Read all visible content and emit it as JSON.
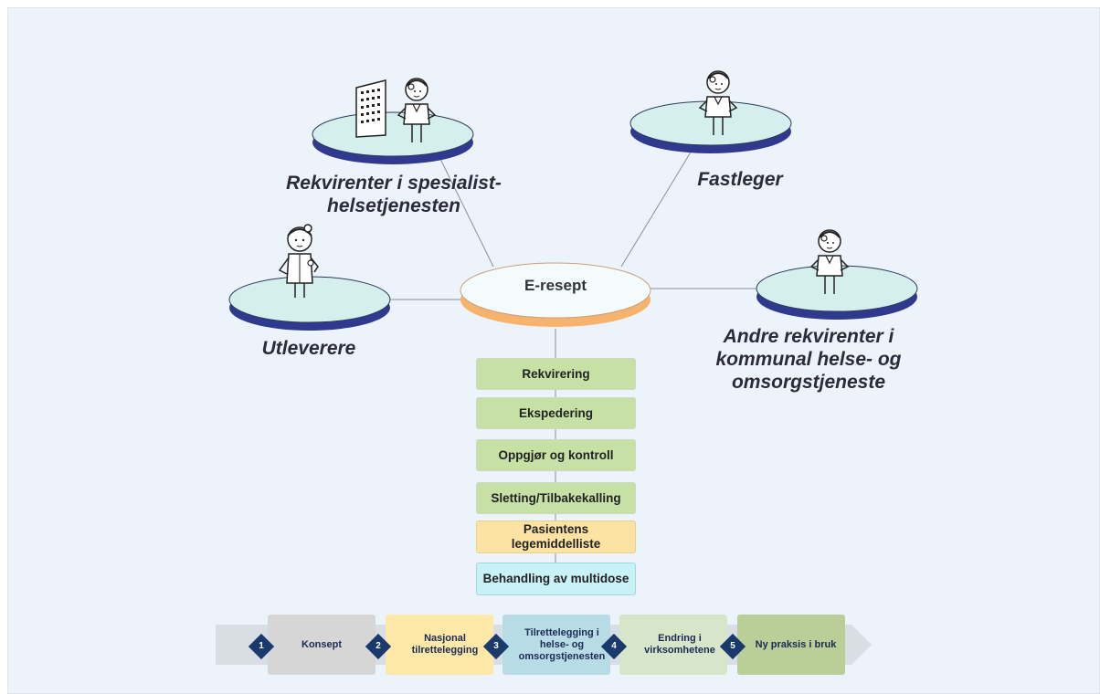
{
  "center": {
    "label": "E-resept"
  },
  "nodes": {
    "specialist": "Rekvirenter i spesialist-\nhelsetjenesten",
    "fastleger": "Fastleger",
    "utleverere": "Utleverere",
    "kommunal": "Andre rekvirenter i\nkommunal helse- og\nomsorgstjeneste"
  },
  "functions": [
    {
      "label": "Rekvirering",
      "color": "#c6e0a5"
    },
    {
      "label": "Ekspedering",
      "color": "#c6e0a5"
    },
    {
      "label": "Oppgjør og kontroll",
      "color": "#c6e0a5"
    },
    {
      "label": "Sletting/Tilbakekalling",
      "color": "#c6e0a5"
    },
    {
      "label": "Pasientens legemiddelliste",
      "color": "#fde3a3"
    },
    {
      "label": "Behandling av multidose",
      "color": "#c9f2f6"
    }
  ],
  "steps": [
    {
      "num": "1",
      "label": "Konsept",
      "color": "#d6d6d6"
    },
    {
      "num": "2",
      "label": "Nasjonal tilrettelegging",
      "color": "#fde8a8"
    },
    {
      "num": "3",
      "label": "Tilrettelegging i helse- og omsorgstjenesten",
      "color": "#b8dce6"
    },
    {
      "num": "4",
      "label": "Endring i virksomhetene",
      "color": "#d7e6c8"
    },
    {
      "num": "5",
      "label": "Ny praksis i bruk",
      "color": "#b9cf97"
    }
  ],
  "colors": {
    "disc_top": "#d5efef",
    "disc_side": "#2f3a8f",
    "center_top": "#f3fbfd",
    "center_side": "#f6b36e",
    "diamond": "#1a3a6e"
  }
}
